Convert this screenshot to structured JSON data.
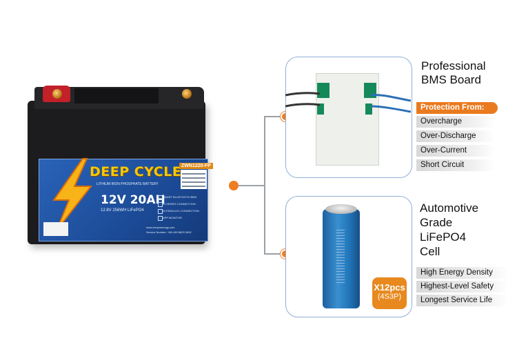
{
  "battery": {
    "brand_title": "DEEP CYCLE",
    "model": "ZWN1220-FP",
    "subtitle": "LITHIUM IRON PHOSPHATE BATTERY",
    "voltage_capacity": "12V 20AH",
    "spec_line": "12.8V  256WH  LiFePO4",
    "features": [
      "SMART BLUETOOTH BMS",
      "IN SERIES CONNECTION",
      "IN PARALLEL CONNECTION",
      "APP MONITOR"
    ],
    "website": "www.zwoynenergy.com",
    "service": "Service Number: +86-189 8629 3632"
  },
  "bms": {
    "title_line1": "Professional",
    "title_line2": "BMS Board",
    "protection_header": "Protection From:",
    "protections": [
      "Overcharge",
      "Over-Discharge",
      "Over-Current",
      "Short Circuit"
    ]
  },
  "cell": {
    "title_lines": [
      "Automotive",
      "Grade",
      "LiFePO4",
      "Cell"
    ],
    "count_label": "X12pcs",
    "config_label": "(4S3P)",
    "features": [
      "High Energy Density",
      "Highest-Level Safety",
      "Longest Service Life"
    ]
  },
  "colors": {
    "accent": "#ea7a1e",
    "panel_border": "#8faed8",
    "label_blue": "#1d4d9a",
    "cell_blue": "#2277bb"
  }
}
